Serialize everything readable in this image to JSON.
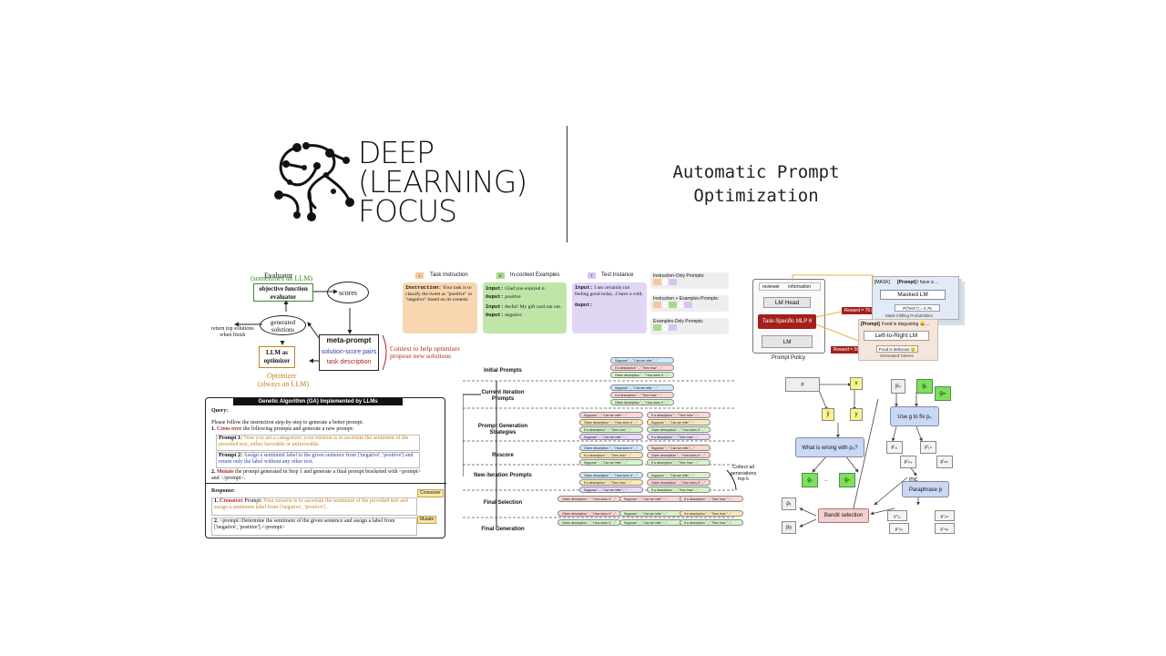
{
  "header": {
    "brand_line1": "DEEP",
    "brand_line2": "(LEARNING)",
    "brand_line3": "FOCUS",
    "title_line1": "Automatic Prompt",
    "title_line2": "Optimization"
  },
  "opro": {
    "evaluator_title": "Evaluator",
    "evaluator_sub": "(sometimes an LLM)",
    "objective_line1": "objective function",
    "objective_line2": "evaluator",
    "scores": "scores",
    "generated_line1": "generated",
    "generated_line2": "solutions",
    "return_line1": "return top solutions",
    "return_line2": "when finish",
    "llm_line1": "LLM as",
    "llm_line2": "optimizer",
    "meta_prompt": "meta-prompt",
    "solution_pairs": "solution-score pairs",
    "task_description": "task description",
    "context_line1": "Context to help optimizer",
    "context_line2": "propose new solutions",
    "optimizer_title": "Optimizer",
    "optimizer_sub": "(always an LLM)",
    "colors": {
      "green": "#3e8a2e",
      "orange": "#c7801c",
      "blue": "#2a3fb0",
      "red": "#b22222"
    }
  },
  "ga": {
    "header": "Genetic Algorithm (GA) Implemented by LLMs",
    "query_label": "Query:",
    "intro": "Please follow the instruction step-by-step to generate a better prompt.",
    "step1_num": "1.",
    "step1_kw": "Cross over",
    "step1_rest": "the following prompts and generate a new prompt:",
    "p1_label": "Prompt 1:",
    "p1_text": "Now you are a categorizer, your mission is to ascertain the sentiment of the provided text, either favorable or unfavorable.",
    "p2_label": "Prompt 2:",
    "p2_text": "Assign a sentiment label to the given sentence from ['negative', 'positive'] and return only the label without any other text.",
    "step2_num": "2.",
    "step2_kw": "Mutate",
    "step2_rest": "the prompt generated in Step 1 and generate a final prompt bracketed with <prompt> and </prompt>.",
    "crossover_tag": "Crossover",
    "response_label": "Response:",
    "r1_num": "1.",
    "r1_kw": "Crossover",
    "r1_mid": "Prompt:",
    "r1_text": "Your mission is to ascertain the sentiment of the provided text and assign a sentiment label from ['negative', 'positive'].",
    "mutate_tag": "Mutate",
    "r2_num": "2.",
    "r2_text": "<prompt>Determine the sentiment of the given sentence and assign a label from ['negative', 'positive'].</prompt>"
  },
  "prompting": {
    "legend_task": "Task Instruction",
    "legend_examples": "In-context Examples",
    "legend_test": "Test Instance",
    "legend_task_tag": "I",
    "legend_ex_tag": "E",
    "legend_test_tag": "T",
    "instr_label": "Instruction:",
    "instr_text": "Your task is to classify the tweet as \"positive\" or \"negative\" based on its content.",
    "ex1_label": "Input:",
    "ex1_text": "Glad you enjoyed it.",
    "ex1_out_label": "Ouput:",
    "ex1_out": "positive",
    "ex2_label": "Input:",
    "ex2_text": "Awful! My gift card ran out.",
    "ex2_out_label": "Ouput:",
    "ex2_out": "negative",
    "test_label": "Input:",
    "test_text": "I am certainly not feeling good today...I have a cold.",
    "test_out_label": "Ouput:",
    "variant1": "Instruction-Only Prompts:",
    "variant2": "Instruction + Examples Prompts:",
    "variant3": "Examples-Only Prompts:"
  },
  "pipeline": {
    "stages": [
      "Initial Prompts",
      "Current iteration Prompts",
      "Prompt Generation Strategies",
      "Rescore",
      "New iteration Prompts",
      "Final Selection",
      "Final Generation"
    ],
    "collect_note": "Collect all generations top k",
    "pill_texts": [
      "Suppose \"...\" Can we infer \"...\"",
      "If a description \"...\" Then how \"...\"",
      "Given description \"...\" How does it \"...\""
    ]
  },
  "rlprompt": {
    "reviewer": "reviewer",
    "information": "information",
    "lm_head": "LM Head",
    "mlp": "Task-Specific MLP θ",
    "lm": "LM",
    "policy": "Prompt Policy",
    "reward1": "Reward = 76.0",
    "reward2": "Reward = 56.3",
    "mask": "[MASK]",
    "prompt_tag": "[Prompt]",
    "have_a": "I have a ...",
    "masked_lm": "Masked LM",
    "prob": "P(\"tech\") = 0.76",
    "mask_fill": "Mask Infilling Probabilities",
    "prompt_tag2": "[Prompt]",
    "disgusting": "Food is disgusting 😖...",
    "l2r": "Left-to-Right LM",
    "delicious": "Food is delicious 😊",
    "gen_tokens": "Generated Tokens"
  },
  "protegi": {
    "p_top": "p",
    "x": "x",
    "y_hat": "ŷ",
    "y": "y",
    "what_wrong": "What is wrong with p₀?",
    "g1": "g₁",
    "gn": "gₙ",
    "p0": "p₀",
    "g_left": "g₁",
    "g_right": "gₘ",
    "use_g": "Use g to fix p₀",
    "p_a": "p'₁₁",
    "p_b": "p'₁ₙ",
    "p_c": "p'ₘ₁",
    "p_d": "p'ₘₖ",
    "mc": "mc",
    "paraphrase": "Paraphrase p",
    "bandit": "Bandit selection",
    "p1": "p₁",
    "pb": "pᵦ",
    "pp1": "p''₁₁",
    "pp2": "p''₁ₘ",
    "pp3": "p''ₘ₁",
    "pp4": "p''ₘₚ"
  }
}
